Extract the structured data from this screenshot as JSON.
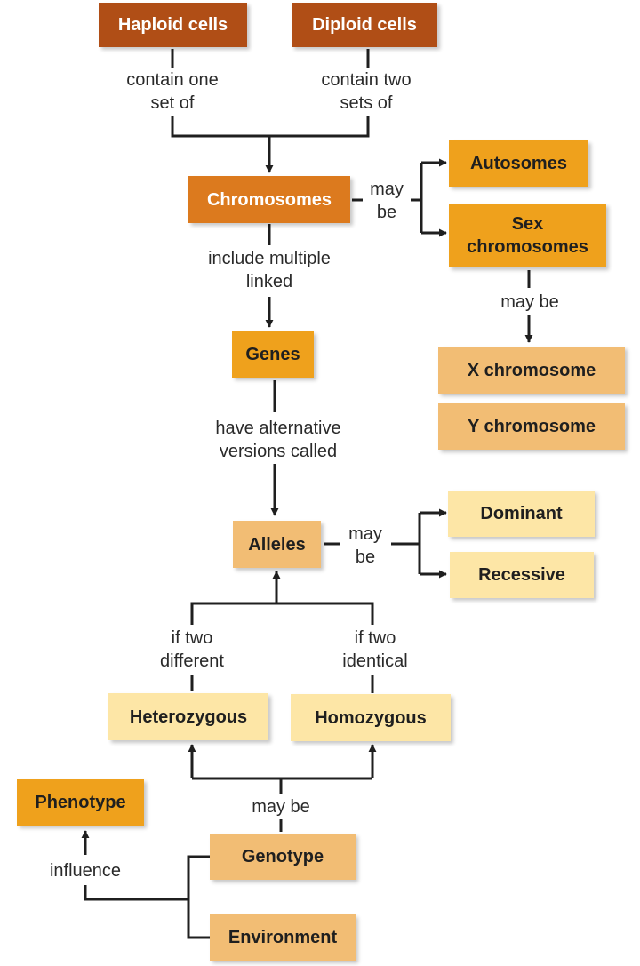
{
  "colors": {
    "rust": "#b04e16",
    "orange": "#dc7a1e",
    "gold": "#efa11c",
    "tan": "#f2bd74",
    "cream": "#fde6a6",
    "line": "#1f1f1f"
  },
  "nodes": {
    "haploid": "Haploid cells",
    "diploid": "Diploid cells",
    "chromosomes": "Chromosomes",
    "autosomes": "Autosomes",
    "sex_line1": "Sex",
    "sex_line2": "chromosomes",
    "x_chromosome": "X chromosome",
    "y_chromosome": "Y chromosome",
    "genes": "Genes",
    "alleles": "Alleles",
    "dominant": "Dominant",
    "recessive": "Recessive",
    "heterozygous": "Heterozygous",
    "homozygous": "Homozygous",
    "phenotype": "Phenotype",
    "genotype": "Genotype",
    "environment": "Environment"
  },
  "labels": {
    "contain_one": [
      "contain one",
      "set of"
    ],
    "contain_two": [
      "contain two",
      "sets of"
    ],
    "may_be_chrom": [
      "may",
      "be"
    ],
    "may_be_sex": "may be",
    "include_linked": [
      "include multiple",
      "linked"
    ],
    "have_alt": [
      "have alternative",
      "versions called"
    ],
    "may_be_alleles": [
      "may",
      "be"
    ],
    "if_two_different": [
      "if two",
      "different"
    ],
    "if_two_identical": [
      "if two",
      "identical"
    ],
    "may_be_genotype": "may be",
    "influence": "influence"
  }
}
